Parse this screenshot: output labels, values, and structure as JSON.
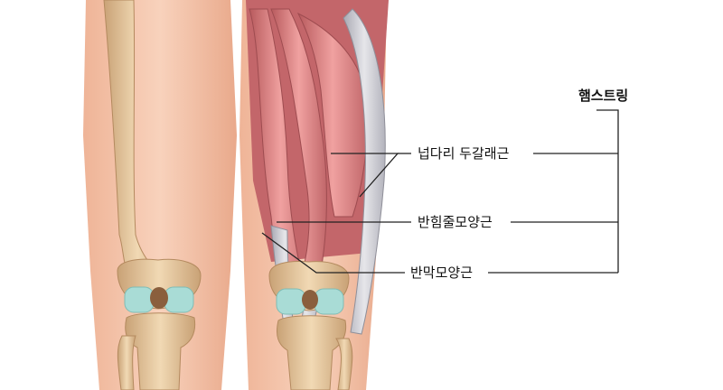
{
  "diagram": {
    "group_label": "햄스트링",
    "labels": [
      {
        "id": "biceps-femoris",
        "text": "넙다리 두갈래근"
      },
      {
        "id": "semitendinosus",
        "text": "반힘줄모양근"
      },
      {
        "id": "semimembranosus",
        "text": "반막모양근"
      }
    ]
  },
  "colors": {
    "skin": "#f4c2a7",
    "skin_shade": "#e9a98b",
    "bone": "#e8c9a0",
    "bone_shade": "#c9a276",
    "cartilage": "#a9dcd6",
    "muscle": "#d9797a",
    "muscle_light": "#f0a1a0",
    "tendon": "#c9c9cf",
    "leader_line": "#222222"
  }
}
